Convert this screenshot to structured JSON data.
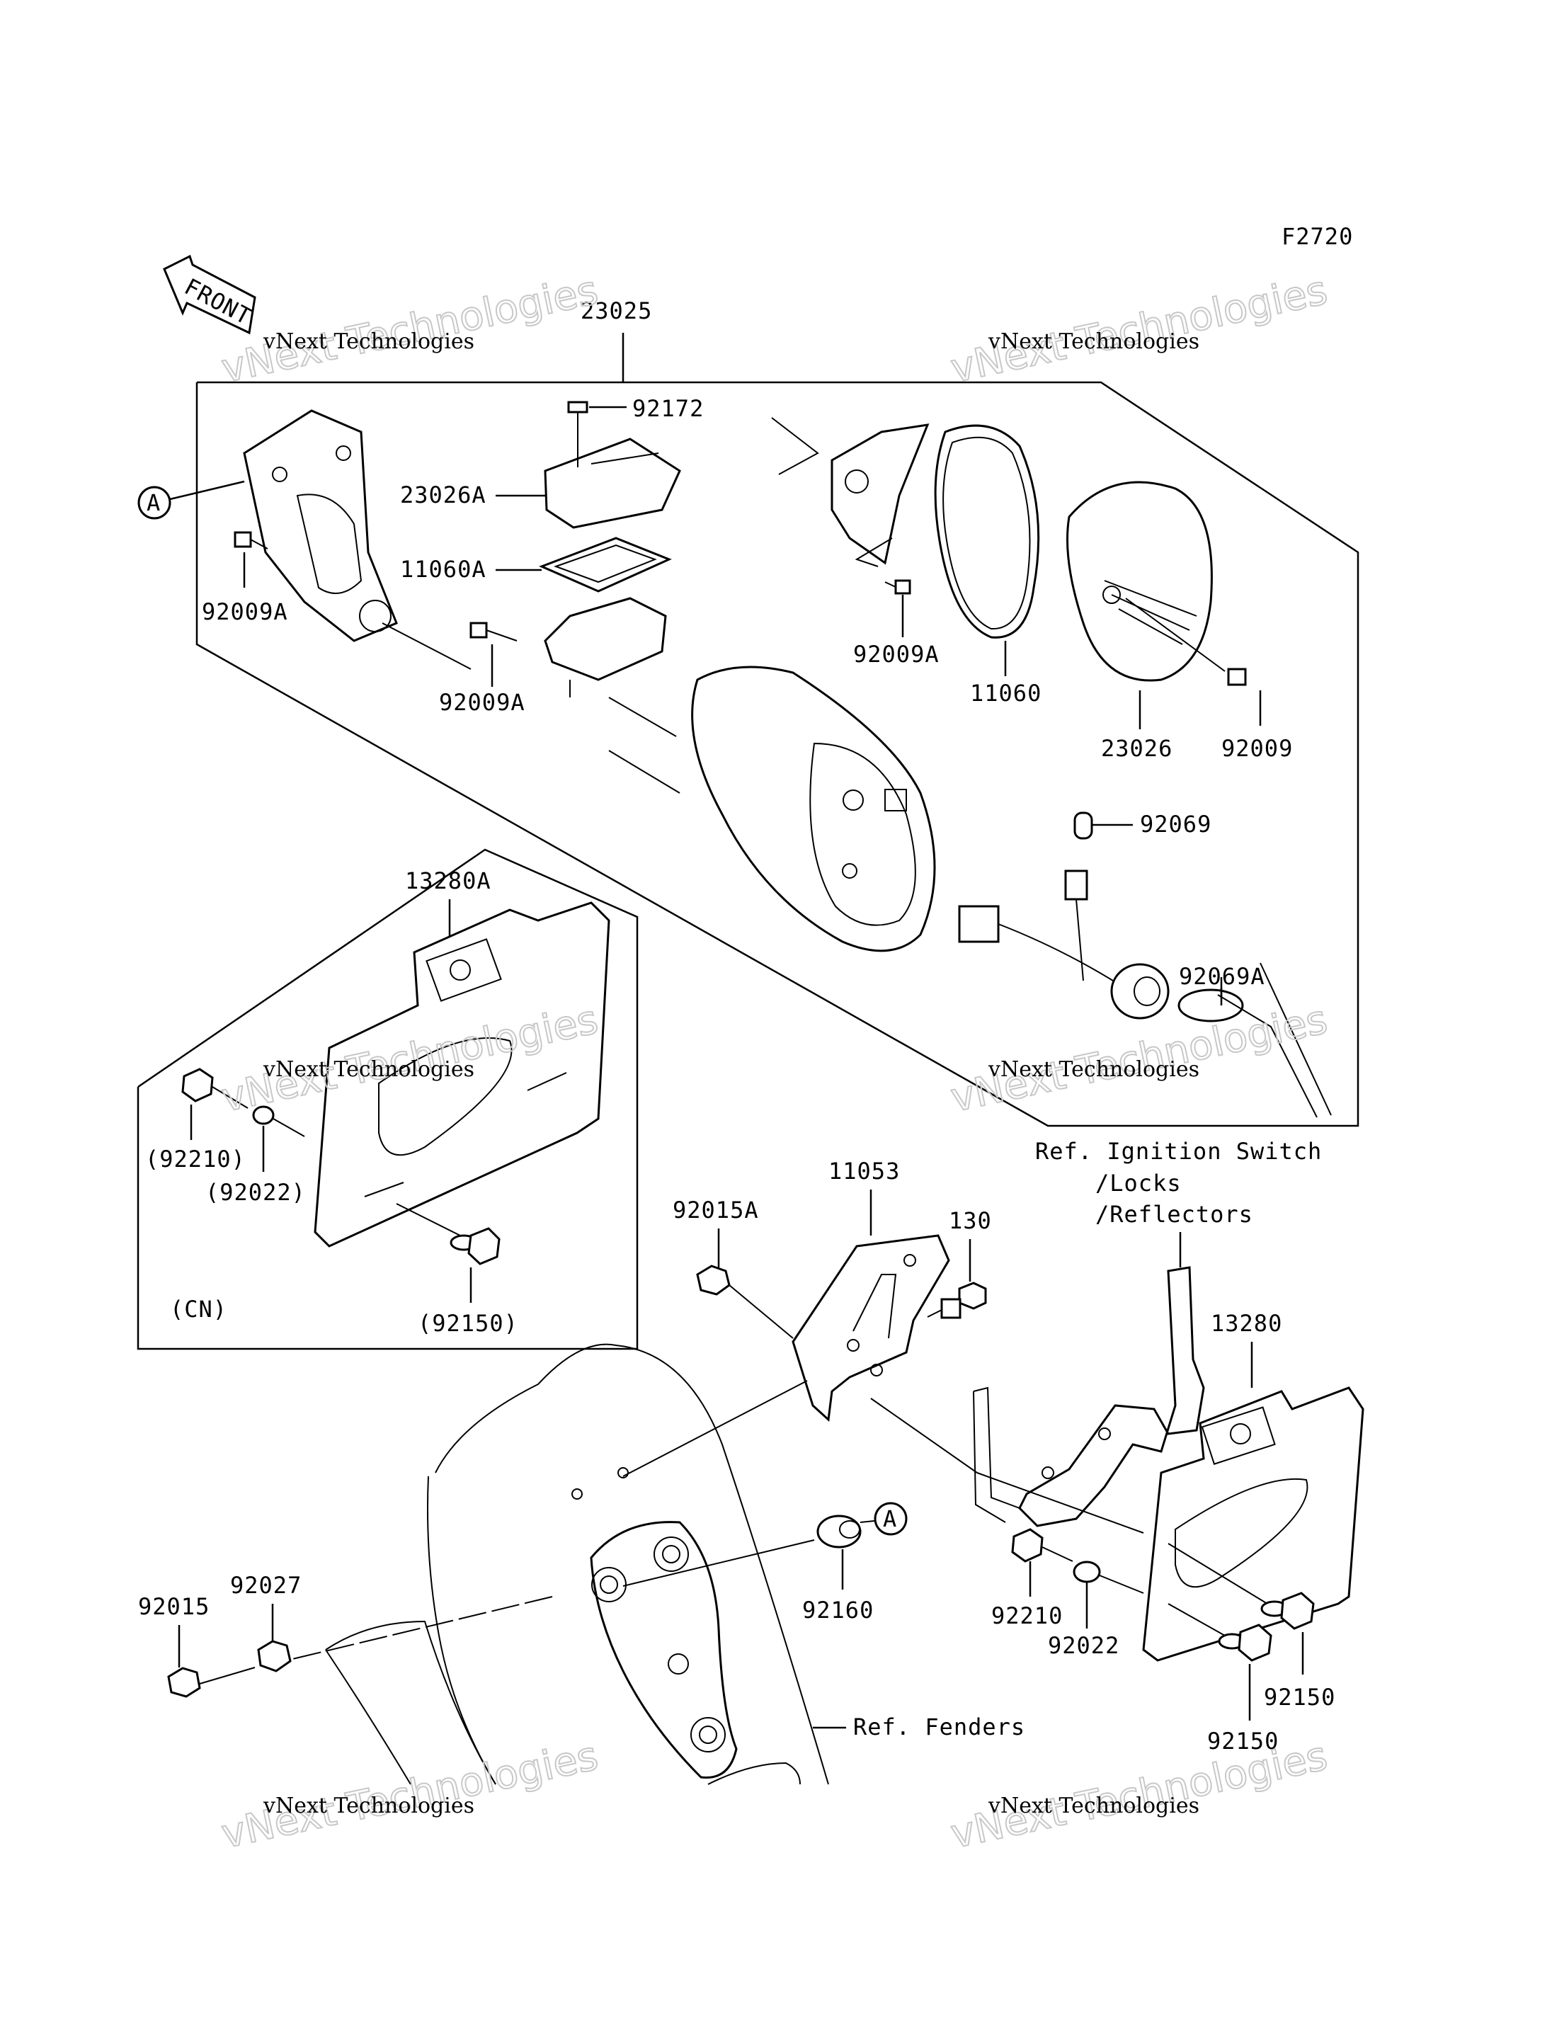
{
  "figure_code": "F2720",
  "front_arrow_label": "FRONT",
  "circle_ref_label": "A",
  "watermark": {
    "line1": "vNext Technologies",
    "line2": "vNext Technologies"
  },
  "parts": {
    "p23025": "23025",
    "p92172": "92172",
    "p23026A": "23026A",
    "p11060A": "11060A",
    "p92009A_1": "92009A",
    "p92009A_2": "92009A",
    "p92009A_3": "92009A",
    "p11060": "11060",
    "p23026": "23026",
    "p92009": "92009",
    "p92069": "92069",
    "p92069A": "92069A",
    "p13280A": "13280A",
    "p92210_cn": "(92210)",
    "p92022_cn": "(92022)",
    "p92150_cn": "(92150)",
    "cn": "(CN)",
    "p11053": "11053",
    "p92015A": "92015A",
    "p130": "130",
    "p13280": "13280",
    "p92210": "92210",
    "p92022": "92022",
    "p92150_1": "92150",
    "p92150_2": "92150",
    "p92160": "92160",
    "p92015": "92015",
    "p92027": "92027"
  },
  "refs": {
    "ignition_1": "Ref. Ignition Switch",
    "ignition_2": "/Locks",
    "ignition_3": "/Reflectors",
    "fenders": "Ref. Fenders"
  }
}
